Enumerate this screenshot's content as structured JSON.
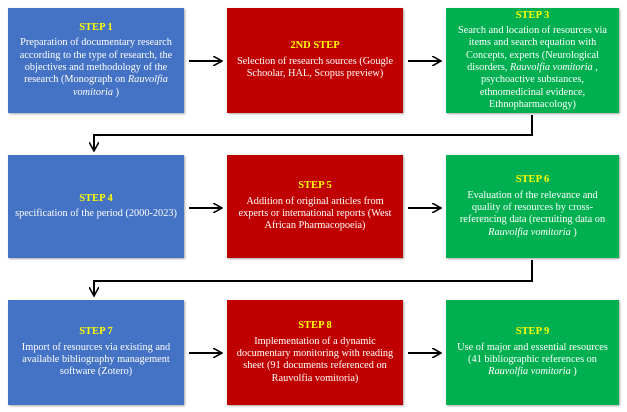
{
  "steps": [
    {
      "title": "STEP 1",
      "text": [
        "Preparation of documentary research according to the type of research, the objectives and methodology of the research (Monograph on ",
        "Rauvolfia vomitoria",
        " )"
      ],
      "color": "#4472c4"
    },
    {
      "title": "2ND STEP",
      "text": [
        "Selection of research sources (Gougle Schoolar, HAL, Scopus preview)"
      ],
      "color": "#c00000"
    },
    {
      "title": "STEP 3",
      "text": [
        "Search and location of resources via items and search equation with Concepts, experts (Neurological disorders, ",
        "Rauvolfia vomitoria",
        " , psychoactive substances, ethnomedicinal evidence, Ethnopharmacology)"
      ],
      "color": "#00b050"
    },
    {
      "title": "STEP 4",
      "text": [
        "specification of the period (2000-2023)"
      ],
      "color": "#4472c4"
    },
    {
      "title": "STEP 5",
      "text": [
        "Addition of original articles from experts or international reports (West African Pharmacopoeia)"
      ],
      "color": "#c00000"
    },
    {
      "title": "STEP 6",
      "text": [
        "Evaluation of the relevance and quality of resources by cross-referencing data (recruiting data on ",
        "Rauvolfia vomitoria",
        " )"
      ],
      "color": "#00b050"
    },
    {
      "title": "STEP 7",
      "text": [
        "Import of resources via existing and available bibliography management software (Zotero)"
      ],
      "color": "#4472c4"
    },
    {
      "title": "STEP 8",
      "text": [
        "Implementation of a dynamic documentary monitoring with reading sheet (91 documents referenced on Rauvolfia vomitoria)"
      ],
      "color": "#c00000"
    },
    {
      "title": "STEP 9",
      "text": [
        "Use of major and essential resources (41 bibliographic references on ",
        "Rauvolfia vomitoria",
        " )"
      ],
      "color": "#00b050"
    }
  ]
}
